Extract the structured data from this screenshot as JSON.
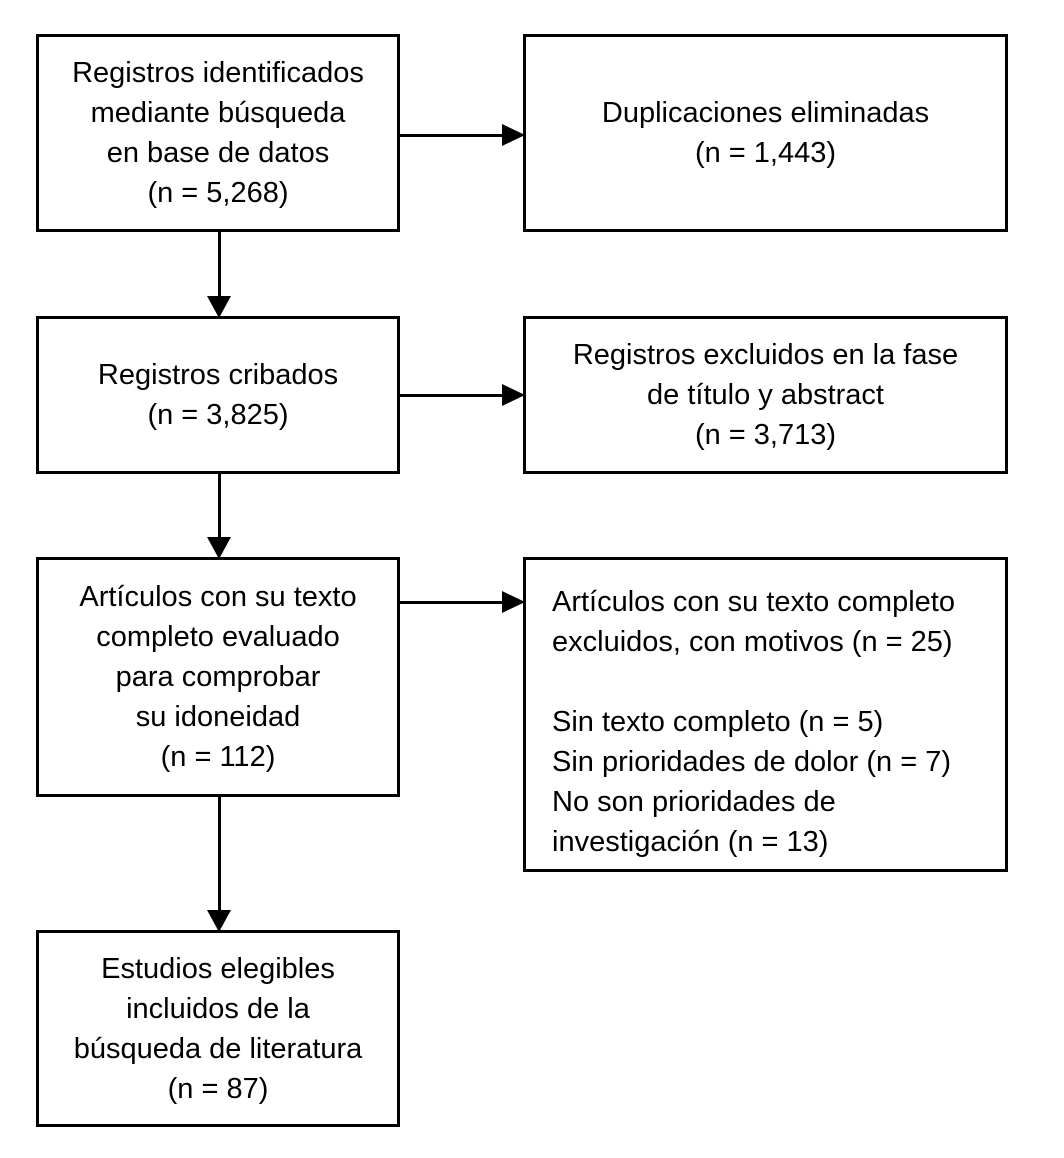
{
  "diagram": {
    "type": "prisma-flow-diagram",
    "language": "es",
    "colors": {
      "background": "#ffffff",
      "border": "#000000",
      "text": "#000000",
      "arrow": "#000000"
    }
  },
  "nodes": {
    "identified": {
      "name": "records-identified",
      "lines": [
        "Registros identificados",
        "mediante búsqueda",
        "en base de datos",
        "(n = 5,268)"
      ],
      "count": "5,268"
    },
    "duplicates": {
      "name": "duplicates-removed",
      "lines": [
        "Duplicaciones eliminadas",
        "(n = 1,443)"
      ],
      "count": "1,443"
    },
    "screened": {
      "name": "records-screened",
      "lines": [
        "Registros cribados",
        "(n = 3,825)"
      ],
      "count": "3,825"
    },
    "excluded_title_abstract": {
      "name": "records-excluded-title-abstract",
      "lines": [
        "Registros excluidos en la fase",
        "de título y abstract",
        "(n = 3,713)"
      ],
      "count": "3,713"
    },
    "fulltext_assessed": {
      "name": "fulltext-assessed",
      "lines": [
        "Artículos con su texto",
        "completo evaluado",
        "para comprobar",
        "su idoneidad",
        "(n = 112)"
      ],
      "count": "112"
    },
    "excluded_fulltext": {
      "name": "fulltext-excluded-with-reasons",
      "header_lines": [
        "Artículos con su texto completo",
        "excluidos, con motivos (n = 25)"
      ],
      "total_excluded": "25",
      "reasons": [
        "Sin texto completo (n = 5)",
        "Sin prioridades de dolor (n = 7)",
        "No son prioridades de",
        "investigación (n = 13)"
      ],
      "reason_counts": {
        "sin_texto_completo": "5",
        "sin_prioridades_de_dolor": "7",
        "no_son_prioridades_de_investigacion": "13"
      }
    },
    "included": {
      "name": "studies-included",
      "lines": [
        "Estudios elegibles",
        "incluidos de la",
        "búsqueda de literatura",
        "(n = 87)"
      ],
      "count": "87"
    }
  }
}
